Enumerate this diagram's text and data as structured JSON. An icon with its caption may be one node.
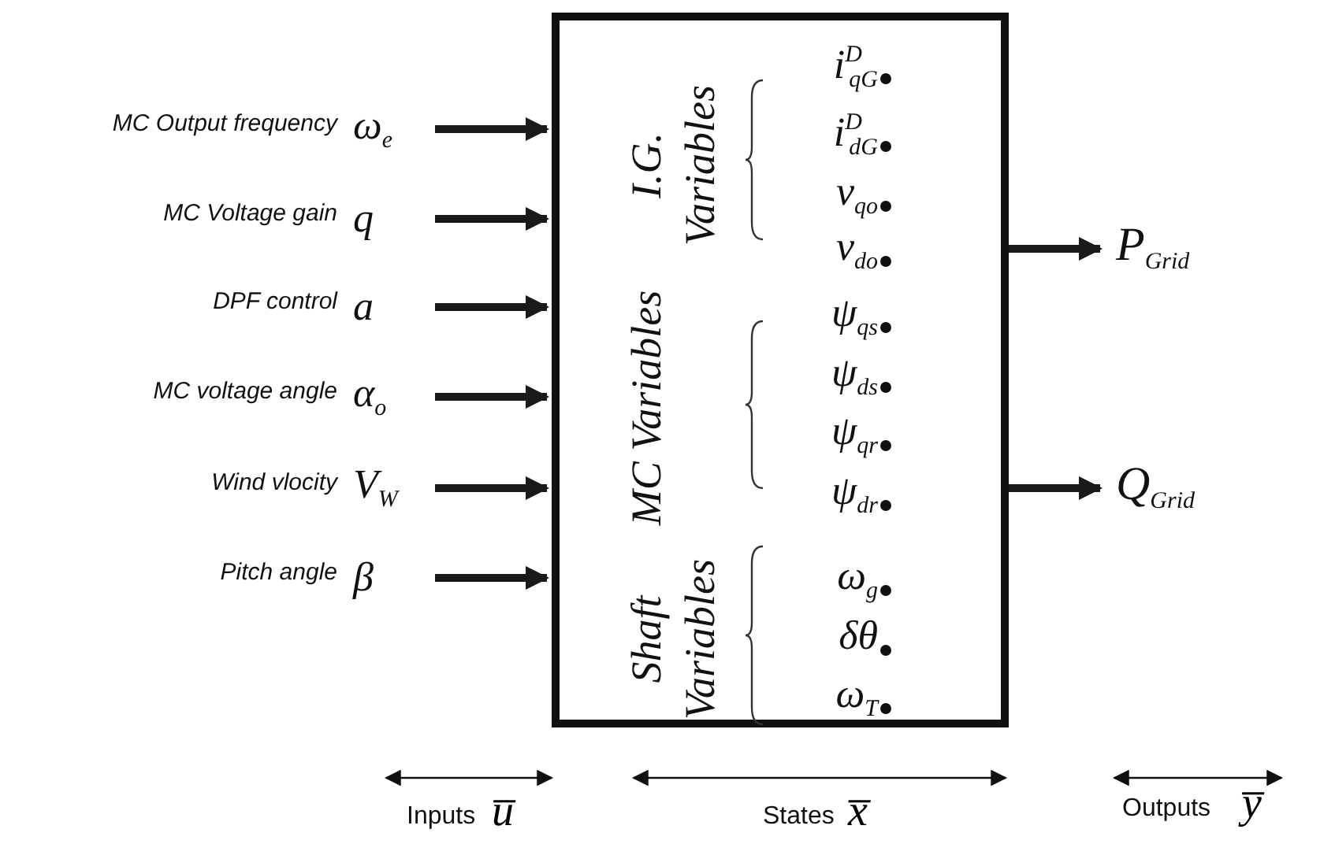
{
  "diagram": {
    "nodes": [
      {
        "text": [
          "I.G. Variables",
          "MC Variables",
          "Shaft Variables",
          "i$^{D}$$_{qG}$",
          "i$^{D}$$_{dG}$",
          "v$_{qo}$",
          "v$_{do}$",
          "ψ$_{qs}$",
          "ψ$_{ds}$",
          "ψ$_{qr}$",
          "ψ$_{dr}$",
          "ω$_{g}$",
          "δθ",
          "ω$_{T}$"
        ]
      },
      {
        "text": [
          "MC Output frequency",
          "ω$_{e}$"
        ]
      },
      {
        "text": [
          "MC Voltage gain",
          "q"
        ]
      },
      {
        "text": [
          "DPF control",
          "a"
        ]
      },
      {
        "text": [
          "MC voltage angle",
          "α$_{o}$"
        ]
      },
      {
        "text": [
          "Wind vlocity",
          "V$_{W}$"
        ]
      },
      {
        "text": [
          "Pitch angle",
          "β"
        ]
      },
      {
        "text": [
          "P$_{Grid}$"
        ]
      },
      {
        "text": [
          "Q$_{Grid}$"
        ]
      }
    ],
    "edges": [
      {
        "from": 1,
        "to": 0,
        "arrow": "to"
      },
      {
        "from": 2,
        "to": 0,
        "arrow": "to"
      },
      {
        "from": 3,
        "to": 0,
        "arrow": "to"
      },
      {
        "from": 4,
        "to": 0,
        "arrow": "to"
      },
      {
        "from": 5,
        "to": 0,
        "arrow": "to"
      },
      {
        "from": 6,
        "to": 0,
        "arrow": "to"
      },
      {
        "from": 0,
        "to": 7,
        "arrow": "to"
      },
      {
        "from": 0,
        "to": 8,
        "arrow": "to"
      }
    ],
    "labels": [
      "Inputs",
      "u̅",
      "States",
      "x̅",
      "Outputs",
      "y̅"
    ]
  }
}
